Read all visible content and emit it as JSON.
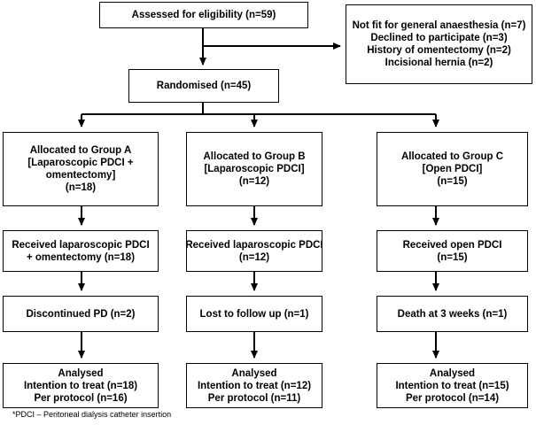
{
  "enrollment": {
    "assessed": "Assessed for eligibility (n=59)",
    "excluded": [
      "Not fit for general anaesthesia (n=7)",
      "Declined to participate (n=3)",
      "History of omentectomy (n=2)",
      "Incisional hernia (n=2)"
    ],
    "randomised": "Randomised (n=45)"
  },
  "groups": [
    {
      "allocation": [
        "Allocated to Group A",
        "[Laparoscopic PDCI +",
        "omentectomy]",
        "(n=18)"
      ],
      "received": [
        "Received laparoscopic PDCI",
        "+ omentectomy (n=18)"
      ],
      "followup": "Discontinued PD (n=2)",
      "analysed": {
        "title": "Analysed",
        "itt": "Intention to treat (n=18)",
        "pp": "Per protocol (n=16)"
      }
    },
    {
      "allocation": [
        "Allocated to Group B",
        "[Laparoscopic PDCI]",
        "(n=12)"
      ],
      "received": [
        "Received laparoscopic PDCI",
        "(n=12)"
      ],
      "followup": "Lost to follow up (n=1)",
      "analysed": {
        "title": "Analysed",
        "itt": "Intention to treat (n=12)",
        "pp": "Per protocol (n=11)"
      }
    },
    {
      "allocation": [
        "Allocated to Group C",
        "[Open PDCI]",
        "(n=15)"
      ],
      "received": [
        "Received open PDCI",
        "(n=15)"
      ],
      "followup": "Death at 3 weeks (n=1)",
      "analysed": {
        "title": "Analysed",
        "itt": "Intention to treat (n=15)",
        "pp": "Per protocol (n=14)"
      }
    }
  ],
  "footnote": "*PDCI – Peritoneal dialysis catheter insertion"
}
